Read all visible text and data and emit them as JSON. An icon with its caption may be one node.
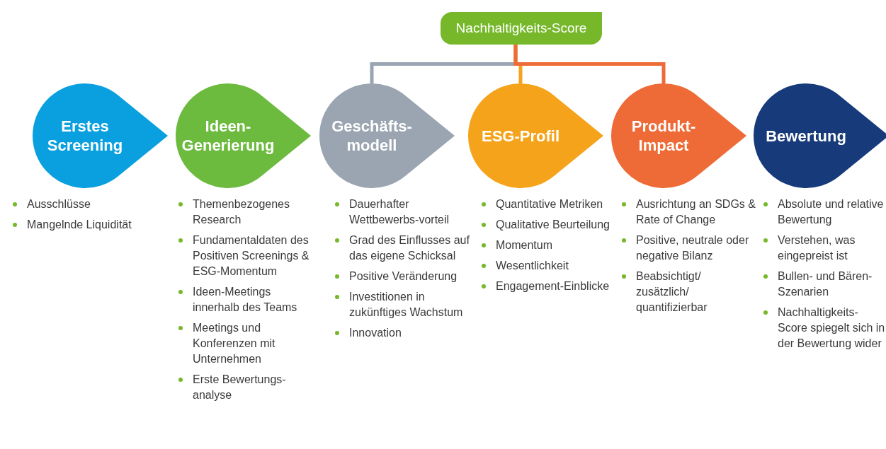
{
  "diagram": {
    "nodes": [
      {
        "text": [
          "Nachhaltigkeits-Score"
        ]
      },
      {
        "text": [
          "Erstes Screening"
        ],
        "beside": [
          "Ausschlüsse",
          "Mangelnde Liquidität"
        ]
      },
      {
        "text": [
          "Ideen-Generierung"
        ],
        "beside": [
          "Themenbezogenes Research",
          "Fundamentaldaten des Positiven Screenings & ESG-Momentum",
          "Ideen-Meetings innerhalb des Teams",
          "Meetings und Konferenzen mit Unternehmen",
          "Erste Bewertungs-analyse"
        ]
      },
      {
        "text": [
          "Geschäfts-modell"
        ],
        "beside": [
          "Dauerhafter Wettbewerbs-vorteil",
          "Grad des Einflusses auf das eigene Schicksal",
          "Positive Veränderung",
          "Investitionen in zukünftiges Wachstum",
          "Innovation"
        ]
      },
      {
        "text": [
          "ESG-Profil"
        ],
        "beside": [
          "Quantitative Metriken",
          "Qualitative Beurteilung",
          "Momentum",
          "Wesentlichkeit",
          "Engagement-Einblicke"
        ]
      },
      {
        "text": [
          "Produkt-Impact"
        ],
        "beside": [
          "Ausrichtung an SDGs & Rate of Change",
          "Positive, neutrale oder negative Bilanz",
          "Beabsichtigt/ zusätzlich/ quantifizierbar"
        ]
      },
      {
        "text": [
          "Bewertung"
        ],
        "beside": [
          "Absolute und relative Bewertung",
          "Verstehen, was eingepreist ist",
          "Bullen- und Bären-Szenarien",
          "Nachhaltigkeits-Score spiegelt sich in der Bewertung wider"
        ]
      }
    ],
    "edges": [
      {
        "from": 0,
        "to": 3,
        "arrow": "none",
        "color": "#9aa5b3"
      },
      {
        "from": 0,
        "to": 4,
        "arrow": "none",
        "color": "#f6a31c"
      },
      {
        "from": 0,
        "to": 5,
        "arrow": "none",
        "color": "#ee6a36"
      }
    ]
  }
}
